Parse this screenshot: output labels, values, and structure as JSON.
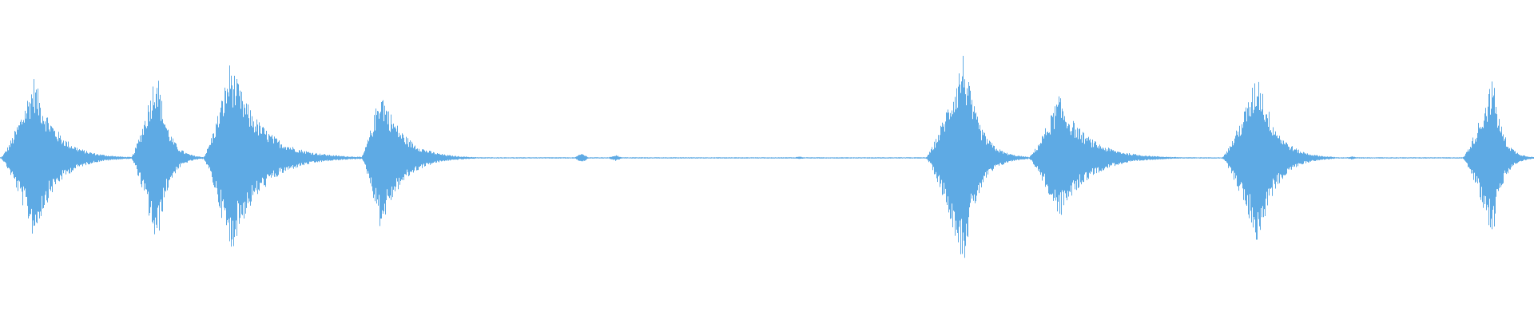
{
  "waveform": {
    "color": "#5eaae4",
    "background": "#ffffff",
    "bursts": [
      {
        "start": 0.0,
        "peak": 0.022,
        "end": 0.085,
        "amplitude": 0.52
      },
      {
        "start": 0.085,
        "peak": 0.102,
        "end": 0.132,
        "amplitude": 0.6
      },
      {
        "start": 0.132,
        "peak": 0.15,
        "end": 0.235,
        "amplitude": 0.62
      },
      {
        "start": 0.235,
        "peak": 0.248,
        "end": 0.31,
        "amplitude": 0.46
      },
      {
        "start": 0.603,
        "peak": 0.628,
        "end": 0.67,
        "amplitude": 0.68
      },
      {
        "start": 0.67,
        "peak": 0.69,
        "end": 0.77,
        "amplitude": 0.4
      },
      {
        "start": 0.796,
        "peak": 0.82,
        "end": 0.87,
        "amplitude": 0.56
      },
      {
        "start": 0.953,
        "peak": 0.973,
        "end": 1.0,
        "amplitude": 0.52
      }
    ],
    "blips": [
      {
        "pos": 0.379,
        "amplitude": 0.03
      },
      {
        "pos": 0.401,
        "amplitude": 0.02
      },
      {
        "pos": 0.521,
        "amplitude": 0.01
      },
      {
        "pos": 0.726,
        "amplitude": 0.02
      },
      {
        "pos": 0.881,
        "amplitude": 0.01
      }
    ]
  }
}
